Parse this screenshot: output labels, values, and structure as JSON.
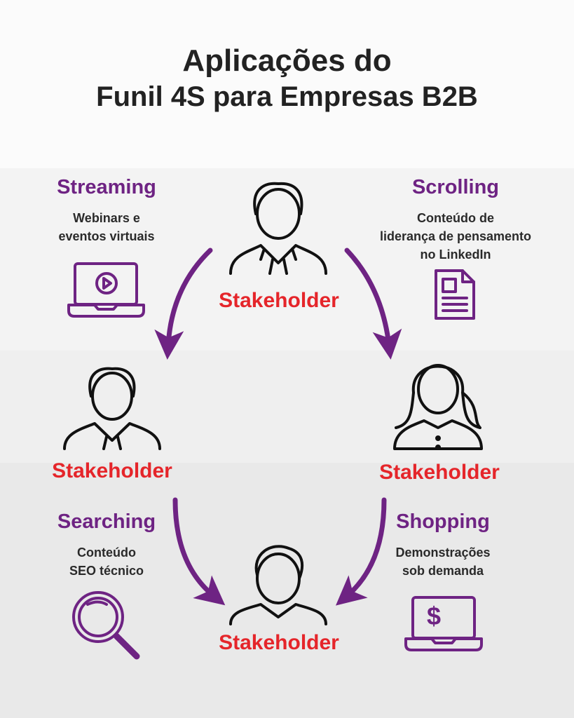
{
  "title": {
    "line1": "Aplicações do",
    "line2": "Funil 4S para Empresas B2B"
  },
  "stakeholder_label": "Stakeholder",
  "stages": [
    {
      "name": "Streaming",
      "desc1": "Webinars e",
      "desc2": "eventos virtuais",
      "icon": "laptop-play-icon"
    },
    {
      "name": "Scrolling",
      "desc1": "Conteúdo de",
      "desc2": "liderança de pensamento",
      "desc3": "no LinkedIn",
      "icon": "document-icon"
    },
    {
      "name": "Searching",
      "desc1": "Conteúdo",
      "desc2": "SEO técnico",
      "icon": "magnifier-icon"
    },
    {
      "name": "Shopping",
      "desc1": "Demonstrações",
      "desc2": "sob demanda",
      "icon": "laptop-dollar-icon"
    }
  ],
  "colors": {
    "purple": "#6e2383",
    "red": "#e5252a",
    "text": "#222222"
  },
  "dollar": "$"
}
